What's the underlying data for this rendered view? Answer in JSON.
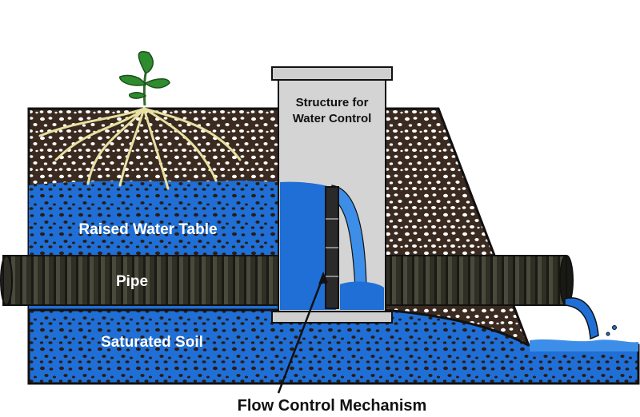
{
  "labels": {
    "structure_line1": "Structure for",
    "structure_line2": "Water Control",
    "raised_water_table": "Raised Water Table",
    "pipe": "Pipe",
    "saturated_soil": "Saturated Soil",
    "flow_control": "Flow Control Mechanism"
  },
  "colors": {
    "water": "#1f6fd6",
    "water_light": "#3d8ee8",
    "soil_dark": "#3a2a20",
    "soil_light": "#ffffff",
    "pipe": "#2f2f25",
    "pipe_ridge": "#4a4a3c",
    "structure": "#cfcfcf",
    "leaf": "#2e8b2e",
    "root": "#e8e0a0"
  },
  "icons": {
    "plant": "plant-icon",
    "arrow": "arrow-icon"
  }
}
